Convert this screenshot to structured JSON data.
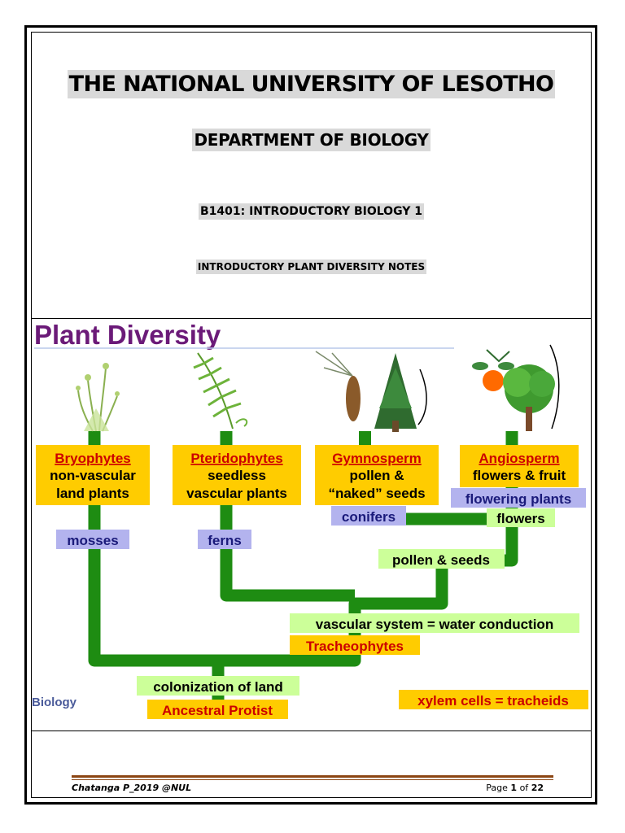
{
  "header": {
    "university": "THE NATIONAL UNIVERSITY OF LESOTHO",
    "department": "DEPARTMENT OF BIOLOGY",
    "course": "B1401: INTRODUCTORY BIOLOGY 1",
    "notes_title": "INTRODUCTORY PLANT DIVERSITY NOTES"
  },
  "diagram": {
    "title": "Plant Diversity",
    "groups": [
      {
        "name": "Bryophytes",
        "line1": "non-vascular",
        "line2": "land plants",
        "tag": "mosses"
      },
      {
        "name": "Pteridophytes",
        "line1": "seedless",
        "line2": "vascular plants",
        "tag": "ferns"
      },
      {
        "name": "Gymnosperm",
        "line1": "pollen  &",
        "line2": "“naked” seeds",
        "tag": "conifers"
      },
      {
        "name": "Angiosperm",
        "line1": "flowers & fruit",
        "tag": "flowering plants",
        "tag2": "flowers"
      }
    ],
    "pollen_seeds": "pollen & seeds",
    "vascular": "vascular system = water conduction",
    "tracheophytes": "Tracheophytes",
    "colonization": "colonization of land",
    "ancestral": "Ancestral Protist",
    "biology": "Biology",
    "xylem": "xylem cells = tracheids",
    "colors": {
      "branch": "#1e8c12",
      "gold": "#ffcc00",
      "lime": "#ccff99",
      "lavender": "#b3b3ee",
      "title": "#6b1a78",
      "red": "#cc0000",
      "navy": "#1a1a7a"
    }
  },
  "footer": {
    "author": "Chatanga P_2019 @NUL",
    "page_label": "Page",
    "page_current": "1",
    "page_of": "of",
    "page_total": "22"
  }
}
